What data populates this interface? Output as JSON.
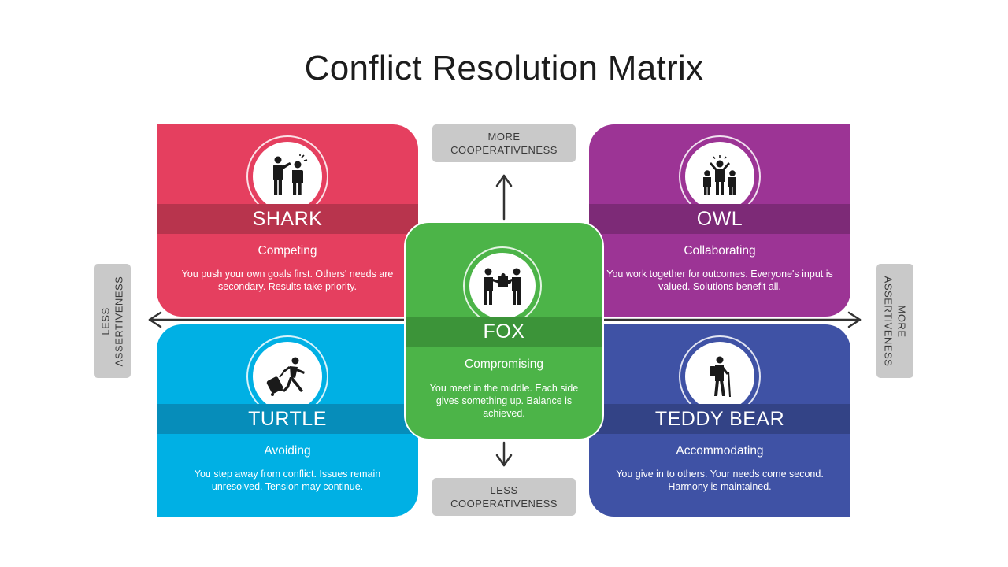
{
  "title": "Conflict Resolution Matrix",
  "axes": {
    "top": "MORE\nCOOPERATIVENESS",
    "bottom": "LESS\nCOOPERATIVENESS",
    "left": "LESS\nASSERTIVENESS",
    "right": "MORE\nASSERTIVENESS"
  },
  "quadrants": {
    "shark": {
      "name": "SHARK",
      "style": "Competing",
      "description": "You push your own goals first. Others' needs are secondary. Results take priority.",
      "color": "#e53f5f",
      "band_color": "#b8344d",
      "icon": "argument-people-icon"
    },
    "owl": {
      "name": "OWL",
      "style": "Collaborating",
      "description": "You work together for outcomes. Everyone's input is valued. Solutions benefit all.",
      "color": "#9c3495",
      "band_color": "#7d2a77",
      "icon": "team-celebration-icon"
    },
    "turtle": {
      "name": "TURTLE",
      "style": "Avoiding",
      "description": "You step away from conflict. Issues remain unresolved. Tension may continue.",
      "color": "#00b0e4",
      "band_color": "#068dba",
      "icon": "running-with-luggage-icon"
    },
    "teddy_bear": {
      "name": "TEDDY BEAR",
      "style": "Accommodating",
      "description": "You give in to others. Your needs come second. Harmony is maintained.",
      "color": "#3f52a5",
      "band_color": "#334386",
      "icon": "hiker-icon"
    },
    "fox": {
      "name": "FOX",
      "style": "Compromising",
      "description": "You meet in the middle. Each side gives something up. Balance is achieved.",
      "color": "#4cb448",
      "band_color": "#3c9439",
      "icon": "puzzle-handshake-icon"
    }
  }
}
